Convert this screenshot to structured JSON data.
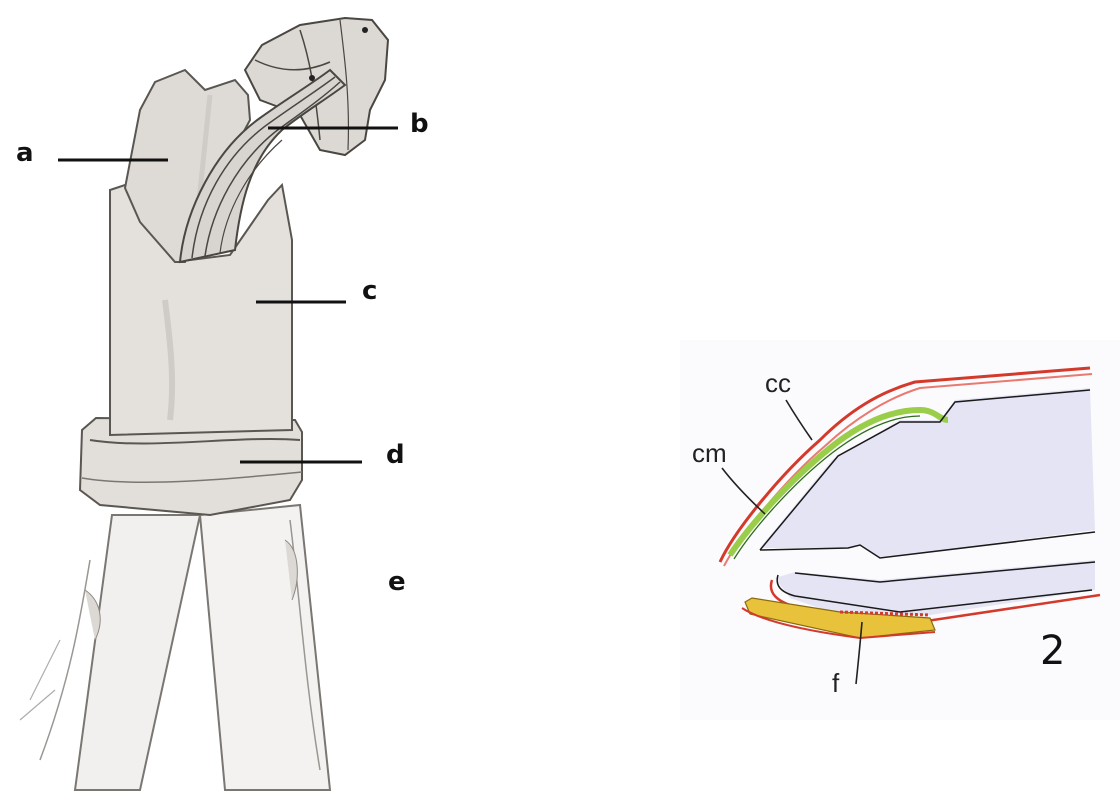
{
  "figure1": {
    "labels": {
      "a": "a",
      "b": "b",
      "c": "c",
      "d": "d",
      "e": "e"
    }
  },
  "figure2": {
    "panel_number": "2",
    "labels": {
      "cc": "cc",
      "cm": "cm",
      "f": "f"
    }
  },
  "colors": {
    "sketch_fill": "#e6e3df",
    "sketch_stroke": "#5a5652",
    "red_layer": "#d33a2c",
    "green_layer": "#9acd4a",
    "yellow_layer": "#e8c23a",
    "lavender_fill": "#e4e4f4"
  }
}
